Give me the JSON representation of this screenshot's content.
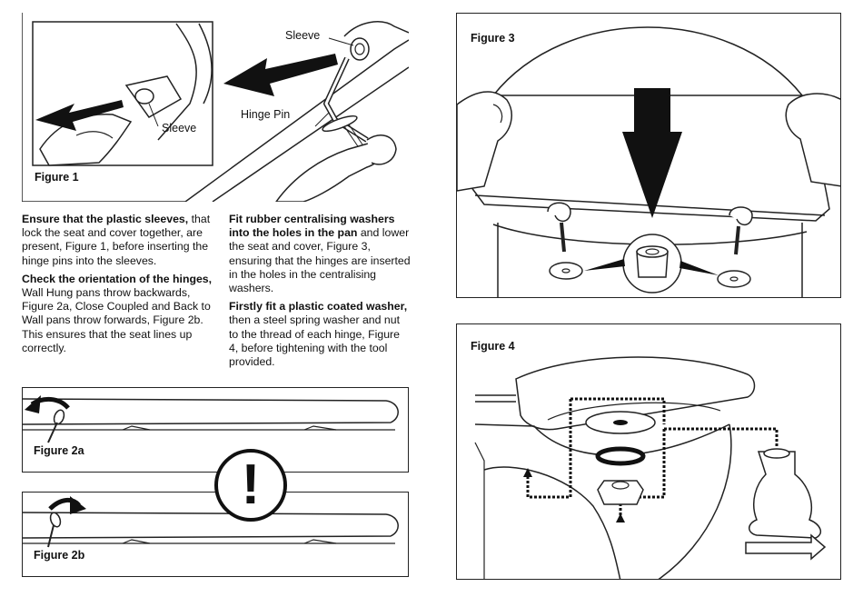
{
  "figure1": {
    "label": "Figure 1",
    "callout_sleeve_left": "Sleeve",
    "callout_sleeve_top": "Sleeve",
    "callout_hinge_pin": "Hinge Pin"
  },
  "figure2a": {
    "label": "Figure 2a"
  },
  "figure2b": {
    "label": "Figure 2b"
  },
  "figure3": {
    "label": "Figure 3"
  },
  "figure4": {
    "label": "Figure 4"
  },
  "warning": {
    "symbol": "!"
  },
  "col1": {
    "p1_bold": "Ensure that the plastic sleeves,",
    "p1_text": "that lock the seat and cover together, are present, Figure 1, before inserting the hinge pins into the sleeves.",
    "p2_bold": "Check the orientation of the hinges,",
    "p2_text": "Wall Hung pans throw backwards, Figure 2a, Close Coupled and Back to Wall pans throw forwards, Figure 2b. This ensures that the seat lines up correctly."
  },
  "col2": {
    "p1_bold": "Fit rubber centralising washers into the holes in the pan",
    "p1_text": "and lower the seat and cover, Figure 3, ensuring that the hinges are inserted in the holes in the centralising washers.",
    "p2_bold": "Firstly fit a plastic coated washer,",
    "p2_text": "then a steel spring washer and nut to the thread of each hinge, Figure 4, before tightening with the tool provided."
  }
}
